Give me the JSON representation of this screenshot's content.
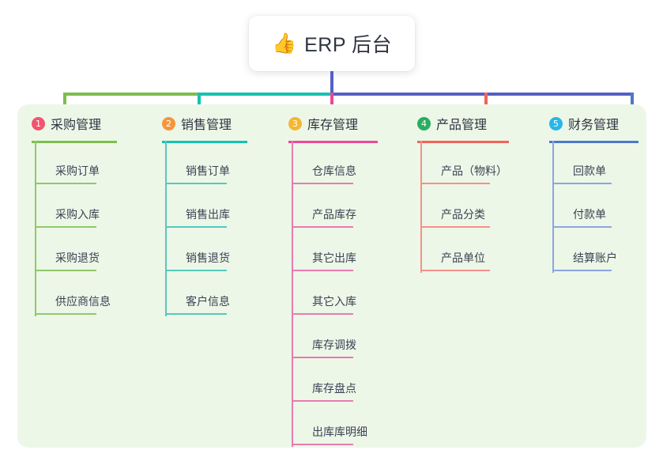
{
  "root": {
    "icon": "thumbs-up-icon",
    "emoji": "👍",
    "title": "ERP 后台"
  },
  "palette": {
    "panel_bg": "#edf7e8",
    "page_bg": "#ffffff",
    "text": "#2e3440",
    "trunk": "#5560c4",
    "green": "#7cbe4e",
    "teal": "#16c2b0",
    "pink": "#ec4899",
    "red": "#f2645a",
    "blue": "#5b7fd4"
  },
  "connector": {
    "trunk_color": "#5560c4",
    "segments": [
      {
        "name": "bar-green",
        "color": "#7cbe4e"
      },
      {
        "name": "bar-teal",
        "color": "#16c2b0"
      },
      {
        "name": "bar-blue",
        "color": "#5560c4"
      }
    ]
  },
  "columns": [
    {
      "number": "1",
      "badge_color": "#f2546d",
      "rule_color": "#7cbe4e",
      "line_color": "#8fc96a",
      "title": "采购管理",
      "items": [
        {
          "label": "采购订单"
        },
        {
          "label": "采购入库"
        },
        {
          "label": "采购退货"
        },
        {
          "label": "供应商信息"
        }
      ]
    },
    {
      "number": "2",
      "badge_color": "#f5963c",
      "rule_color": "#16c2b0",
      "line_color": "#56c9bd",
      "title": "销售管理",
      "items": [
        {
          "label": "销售订单"
        },
        {
          "label": "销售出库"
        },
        {
          "label": "销售退货"
        },
        {
          "label": "客户信息"
        }
      ]
    },
    {
      "number": "3",
      "badge_color": "#f5b731",
      "rule_color": "#ec4899",
      "line_color": "#e87bb0",
      "title": "库存管理",
      "items": [
        {
          "label": "仓库信息"
        },
        {
          "label": "产品库存"
        },
        {
          "label": "其它出库"
        },
        {
          "label": "其它入库"
        },
        {
          "label": "库存调拨"
        },
        {
          "label": "库存盘点"
        },
        {
          "label": "出库库明细"
        }
      ]
    },
    {
      "number": "4",
      "badge_color": "#27ae60",
      "rule_color": "#f2645a",
      "line_color": "#f59089",
      "title": "产品管理",
      "items": [
        {
          "label": "产品（物料）"
        },
        {
          "label": "产品分类"
        },
        {
          "label": "产品单位"
        }
      ]
    },
    {
      "number": "5",
      "badge_color": "#29b6e8",
      "rule_color": "#4d78c9",
      "line_color": "#8ca6dd",
      "title": "财务管理",
      "items": [
        {
          "label": "回款单"
        },
        {
          "label": "付款单"
        },
        {
          "label": "结算账户"
        }
      ]
    }
  ]
}
